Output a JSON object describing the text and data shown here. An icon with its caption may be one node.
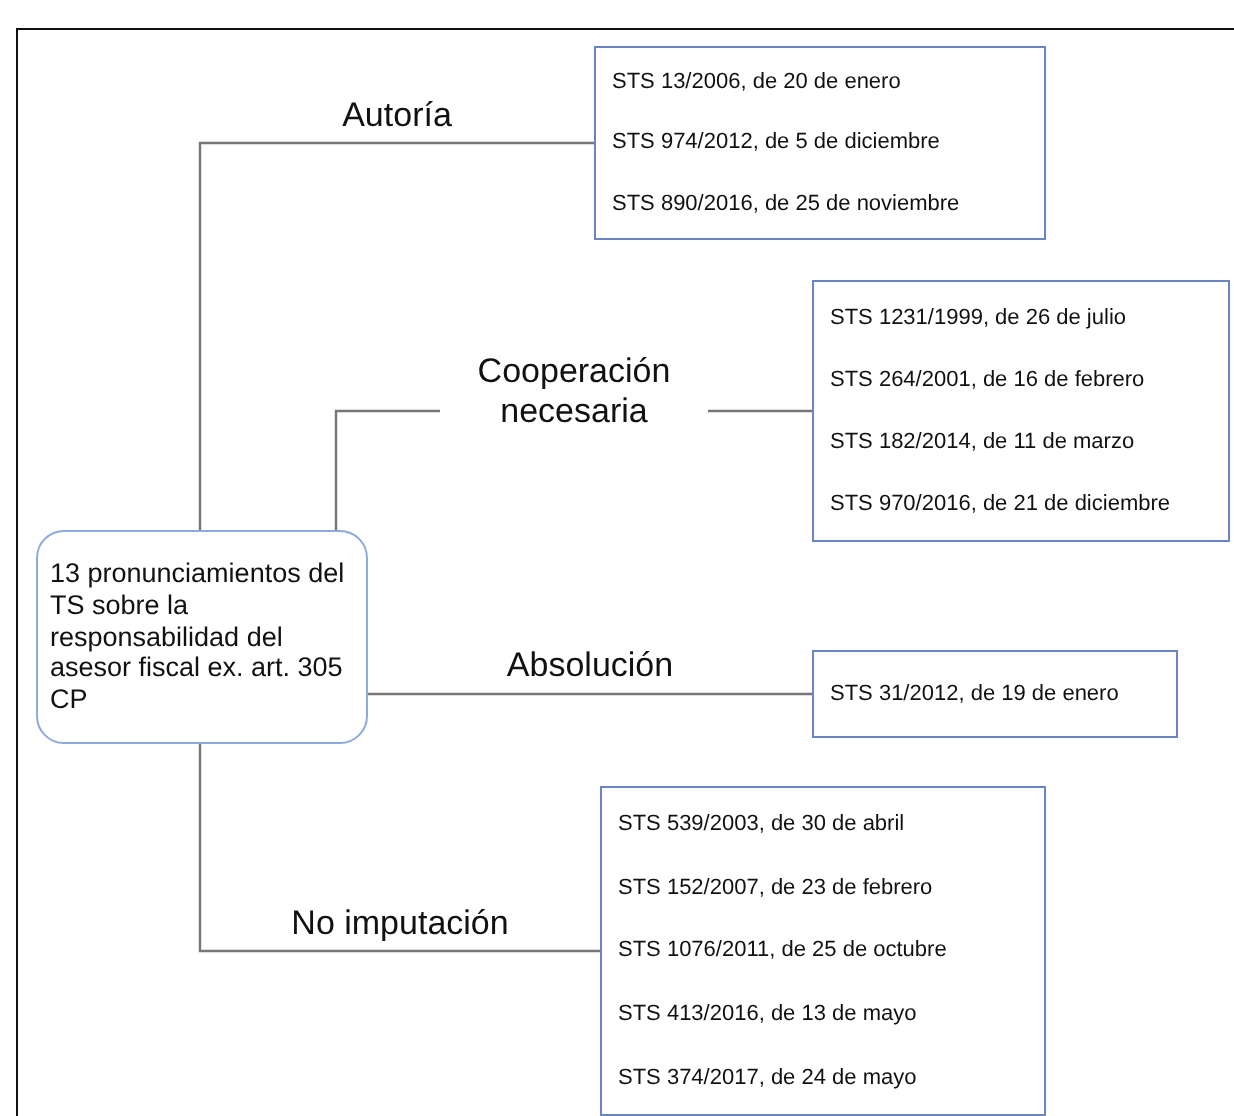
{
  "diagram": {
    "nodes": [
      {
        "text": [
          "13 pronunciamientos del TS sobre la responsabilidad del asesor fiscal ex. art. 305 CP"
        ]
      },
      {
        "text": [
          "STS 13/2006, de 20 de enero",
          "STS 974/2012, de 5 de diciembre",
          "STS 890/2016, de 25 de noviembre"
        ]
      },
      {
        "text": [
          "STS 1231/1999, de 26 de julio",
          "STS 264/2001, de 16 de febrero",
          "STS 182/2014, de 11 de marzo",
          "STS 970/2016, de 21 de diciembre"
        ]
      },
      {
        "text": [
          "STS 31/2012, de 19 de enero"
        ]
      },
      {
        "text": [
          "STS 539/2003, de 30 de abril",
          "STS 152/2007, de 23 de febrero",
          "STS 1076/2011, de 25 de octubre",
          "STS 413/2016, de 13 de mayo",
          "STS 374/2017, de 24 de mayo"
        ]
      }
    ],
    "edges": [
      {
        "from": 0,
        "to": 1,
        "arrow": "none",
        "label": "Autoría"
      },
      {
        "from": 0,
        "to": 2,
        "arrow": "none",
        "label": "Cooperación necesaria"
      },
      {
        "from": 0,
        "to": 3,
        "arrow": "none",
        "label": "Absolución"
      },
      {
        "from": 0,
        "to": 4,
        "arrow": "none",
        "label": "No imputación"
      }
    ]
  }
}
